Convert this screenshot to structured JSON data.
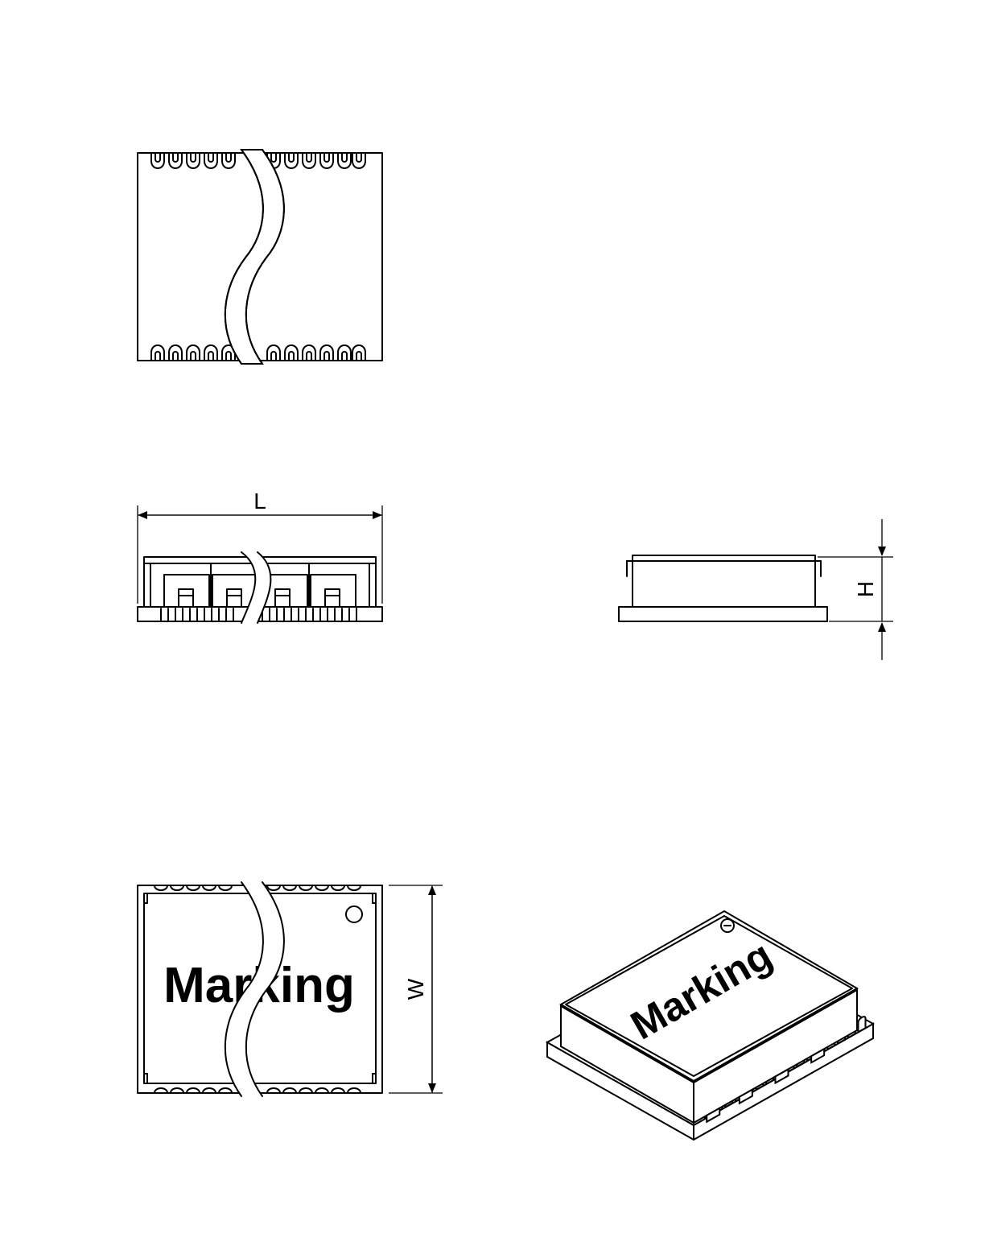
{
  "dimensions": {
    "length_label": "L",
    "height_label": "H",
    "width_label": "W"
  },
  "marking": {
    "top_view_text": "Marking",
    "iso_view_text": "Marking"
  },
  "colors": {
    "line": "#000000",
    "background": "#ffffff"
  }
}
